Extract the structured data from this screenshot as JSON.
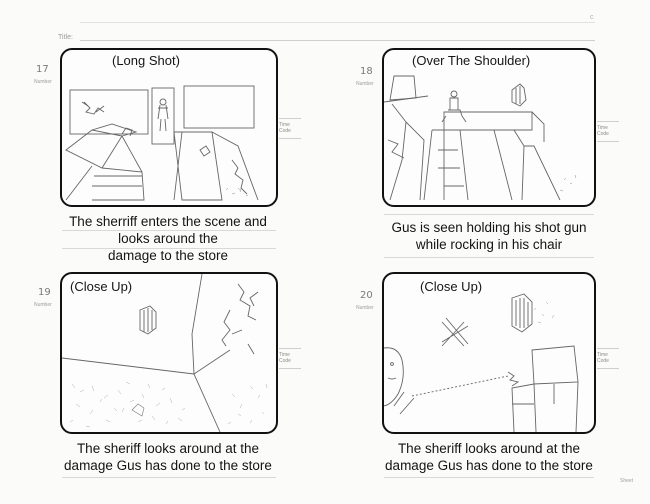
{
  "sheet": {
    "title_label": "Title:",
    "footer_label": "Sheet",
    "corner_mark": "c"
  },
  "panels": [
    {
      "number": "17",
      "number_label": "Number",
      "shot": "(Long Shot)",
      "timecode_label_1": "Time",
      "timecode_label_2": "Code",
      "caption_lines": [
        "The sherriff enters the scene and",
        "looks around the",
        "damage to the store"
      ]
    },
    {
      "number": "18",
      "number_label": "Number",
      "shot": "(Over The Shoulder)",
      "timecode_label_1": "Time",
      "timecode_label_2": "Code",
      "caption_lines": [
        "Gus is seen holding his shot gun",
        "while rocking in his chair"
      ]
    },
    {
      "number": "19",
      "number_label": "Number",
      "shot": "(Close Up)",
      "timecode_label_1": "Time",
      "timecode_label_2": "Code",
      "caption_lines": [
        "The sheriff looks around at the",
        "damage Gus has done to the store"
      ]
    },
    {
      "number": "20",
      "number_label": "Number",
      "shot": "(Close Up)",
      "timecode_label_1": "Time",
      "timecode_label_2": "Code",
      "caption_lines": [
        "The sheriff looks around at the",
        "damage Gus has done to the store"
      ]
    }
  ]
}
